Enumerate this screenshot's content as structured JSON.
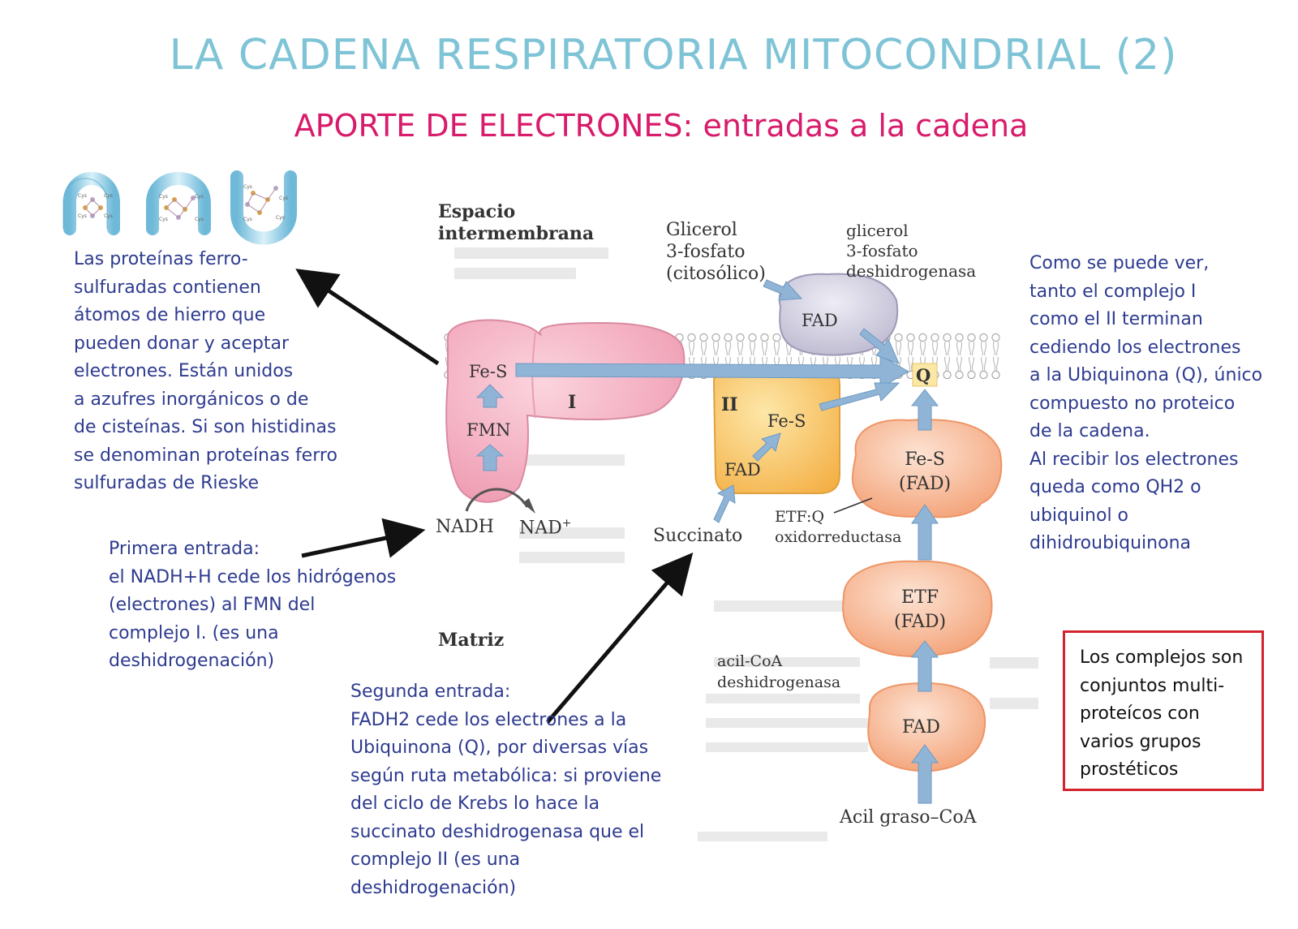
{
  "title": "LA CADENA RESPIRATORIA MITOCONDRIAL (2)",
  "subtitle": "APORTE DE ELECTRONES: entradas a la cadena",
  "notes": {
    "iron_sulfur": [
      "Las proteínas  ferro-",
      "sulfuradas contienen",
      "átomos de hierro que",
      "pueden donar y aceptar",
      "electrones. Están unidos",
      "a azufres inorgánicos o de",
      "de cisteínas. Si son histidinas",
      "se denominan proteínas ferro",
      "sulfuradas de Rieske"
    ],
    "first_entry": [
      "Primera entrada:",
      "el NADH+H cede los hidrógenos",
      "(electrones) al FMN del",
      "complejo I. (es una",
      "deshidrogenación)"
    ],
    "second_entry": [
      "Segunda entrada:",
      "FADH2 cede los electrones a la",
      "Ubiquinona (Q), por diversas vías",
      "según ruta metabólica: si proviene",
      "del ciclo de Krebs lo hace la",
      "succinato deshidrogenasa que el",
      "complejo II (es una",
      "deshidrogenación)"
    ],
    "ubiquinone": [
      "Como se puede ver,",
      "tanto el complejo I",
      "como el II terminan",
      "cediendo los electrones",
      "a la Ubiquinona (Q), único",
      "compuesto no proteico",
      "de la cadena.",
      "Al recibir los electrones",
      "queda como QH2 o",
      "ubiquinol o",
      "dihidroubiquinona"
    ],
    "complexes": [
      "Los complejos son",
      "conjuntos multi-",
      "proteícos con",
      "varios grupos",
      "prostéticos"
    ]
  },
  "diagram": {
    "intermembrane_space": [
      "Espacio",
      "intermembrana"
    ],
    "matrix": "Matriz",
    "complex_I": "I",
    "complex_II": "II",
    "fe_s": "Fe-S",
    "fmn": "FMN",
    "fad": "FAD",
    "q": "Q",
    "nadh": "NADH",
    "nad_plus": "NAD",
    "nad_sup": "+",
    "succinate": "Succinato",
    "glycerol_3p": [
      "Glicerol",
      "3-fosfato",
      "(citosólico)"
    ],
    "g3p_dehydrogenase": [
      "glicerol",
      "3-fosfato",
      "deshidrogenasa"
    ],
    "etf_q": [
      "ETF:Q",
      "oxidorreductasa"
    ],
    "fes_fad": [
      "Fe-S",
      "(FAD)"
    ],
    "etf_fad": [
      "ETF",
      "(FAD)"
    ],
    "acyl_coa_dh": [
      "acil-CoA",
      "deshidrogenasa"
    ],
    "fatty_acyl_coa": "Acil graso–CoA"
  },
  "colors": {
    "title": "#7fc4d6",
    "subtitle": "#d81b6a",
    "note_text": "#2e3b8f",
    "box_border": "#d3232e",
    "complex_I": "#f4a9bd",
    "complex_II": "#f8c15a",
    "etf_proteins": "#f6a57c",
    "g3p_dh": "#c9c6da",
    "electron_arrow": "#8fb4d6"
  }
}
